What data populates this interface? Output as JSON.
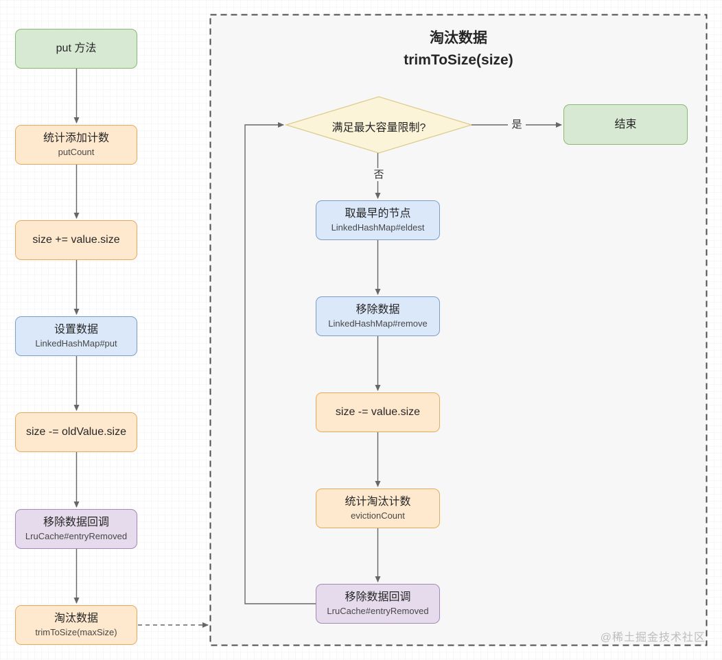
{
  "colors": {
    "green_fill": "#d7e9d3",
    "green_stroke": "#8ab872",
    "orange_fill": "#ffe9ce",
    "orange_stroke": "#e4ab5f",
    "blue_fill": "#dbe8fa",
    "blue_stroke": "#7d9dc9",
    "purple_fill": "#e6dbec",
    "purple_stroke": "#a587b5",
    "yellow_fill": "#fcf4d9",
    "yellow_stroke": "#decb8d",
    "panel_fill": "#f7f7f7",
    "panel_border": "#4d4d4d",
    "arrow": "#666666"
  },
  "left_flow": {
    "nodes": [
      {
        "label": "put 方法",
        "sub": ""
      },
      {
        "label": "统计添加计数",
        "sub": "putCount"
      },
      {
        "label": "size += value.size",
        "sub": ""
      },
      {
        "label": "设置数据",
        "sub": "LinkedHashMap#put"
      },
      {
        "label": "size -= oldValue.size",
        "sub": ""
      },
      {
        "label": "移除数据回调",
        "sub": "LruCache#entryRemoved"
      },
      {
        "label": "淘汰数据",
        "sub": "trimToSize(maxSize)"
      }
    ]
  },
  "panel": {
    "title_line1": "淘汰数据",
    "title_line2": "trimToSize(size)",
    "decision_label": "满足最大容量限制?",
    "yes_label": "是",
    "no_label": "否",
    "end_label": "结束",
    "nodes": [
      {
        "label": "取最早的节点",
        "sub": "LinkedHashMap#eldest"
      },
      {
        "label": "移除数据",
        "sub": "LinkedHashMap#remove"
      },
      {
        "label": "size -= value.size",
        "sub": ""
      },
      {
        "label": "统计淘汰计数",
        "sub": "evictionCount"
      },
      {
        "label": "移除数据回调",
        "sub": "LruCache#entryRemoved"
      }
    ]
  },
  "watermark": "@稀土掘金技术社区"
}
